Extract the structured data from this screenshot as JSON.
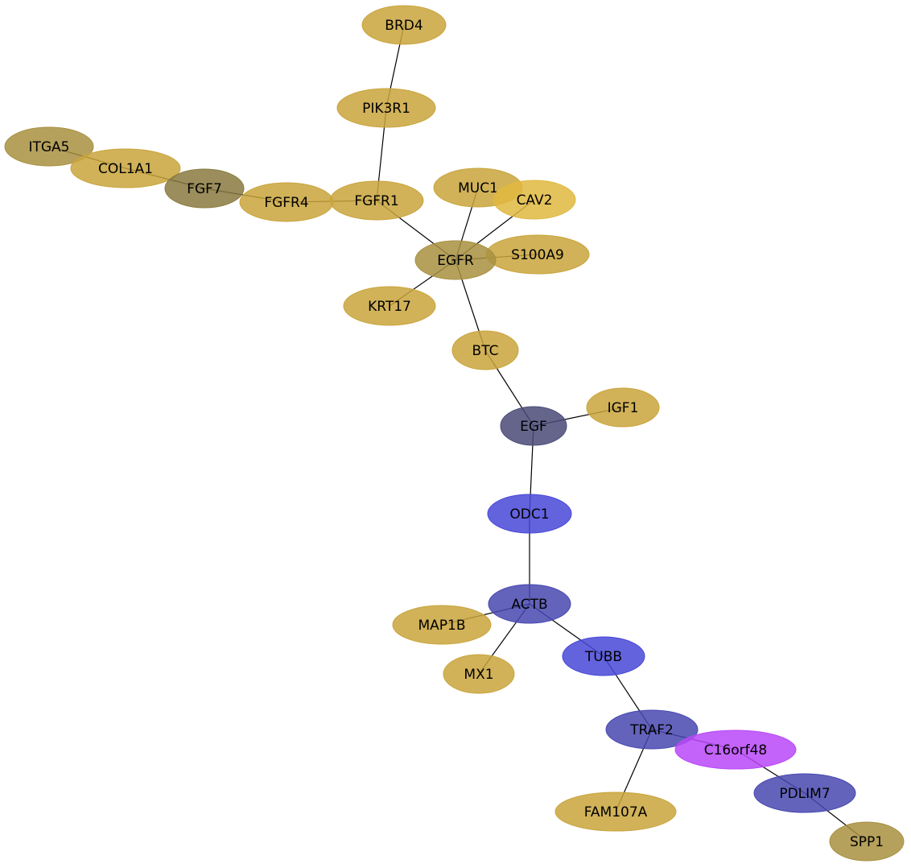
{
  "colors": {
    "gold": "#c9a43c",
    "gold_light": "#e0b840",
    "olive": "#8a7a40",
    "tan": "#a89040",
    "slate": "#4a4a78",
    "blue": "#4848d8",
    "indigo": "#4848b0",
    "violet": "#b848f8"
  },
  "nodes": [
    {
      "id": "BRD4",
      "label": "BRD4",
      "color": "gold"
    },
    {
      "id": "PIK3R1",
      "label": "PIK3R1",
      "color": "gold"
    },
    {
      "id": "ITGA5",
      "label": "ITGA5",
      "color": "tan"
    },
    {
      "id": "COL1A1",
      "label": "COL1A1",
      "color": "gold"
    },
    {
      "id": "FGF7",
      "label": "FGF7",
      "color": "olive"
    },
    {
      "id": "FGFR4",
      "label": "FGFR4",
      "color": "gold"
    },
    {
      "id": "FGFR1",
      "label": "FGFR1",
      "color": "gold"
    },
    {
      "id": "MUC1",
      "label": "MUC1",
      "color": "gold"
    },
    {
      "id": "CAV2",
      "label": "CAV2",
      "color": "gold_light"
    },
    {
      "id": "S100A9",
      "label": "S100A9",
      "color": "gold"
    },
    {
      "id": "EGFR",
      "label": "EGFR",
      "color": "tan"
    },
    {
      "id": "KRT17",
      "label": "KRT17",
      "color": "gold"
    },
    {
      "id": "BTC",
      "label": "BTC",
      "color": "gold"
    },
    {
      "id": "IGF1",
      "label": "IGF1",
      "color": "gold"
    },
    {
      "id": "EGF",
      "label": "EGF",
      "color": "slate"
    },
    {
      "id": "ODC1",
      "label": "ODC1",
      "color": "blue"
    },
    {
      "id": "ACTB",
      "label": "ACTB",
      "color": "indigo"
    },
    {
      "id": "MAP1B",
      "label": "MAP1B",
      "color": "gold"
    },
    {
      "id": "MX1",
      "label": "MX1",
      "color": "gold"
    },
    {
      "id": "TUBB",
      "label": "TUBB",
      "color": "blue"
    },
    {
      "id": "TRAF2",
      "label": "TRAF2",
      "color": "indigo"
    },
    {
      "id": "C16orf48",
      "label": "C16orf48",
      "color": "violet"
    },
    {
      "id": "FAM107A",
      "label": "FAM107A",
      "color": "gold"
    },
    {
      "id": "PDLIM7",
      "label": "PDLIM7",
      "color": "indigo"
    },
    {
      "id": "SPP1",
      "label": "SPP1",
      "color": "tan"
    }
  ],
  "edges": [
    [
      "BRD4",
      "PIK3R1"
    ],
    [
      "PIK3R1",
      "FGFR1"
    ],
    [
      "ITGA5",
      "COL1A1"
    ],
    [
      "COL1A1",
      "FGF7"
    ],
    [
      "FGF7",
      "FGFR4"
    ],
    [
      "FGFR4",
      "FGFR1"
    ],
    [
      "FGFR1",
      "EGFR"
    ],
    [
      "MUC1",
      "EGFR"
    ],
    [
      "CAV2",
      "EGFR"
    ],
    [
      "S100A9",
      "EGFR"
    ],
    [
      "KRT17",
      "EGFR"
    ],
    [
      "EGFR",
      "BTC"
    ],
    [
      "BTC",
      "EGF"
    ],
    [
      "IGF1",
      "EGF"
    ],
    [
      "EGF",
      "ODC1"
    ],
    [
      "ODC1",
      "ACTB"
    ],
    [
      "MAP1B",
      "ACTB"
    ],
    [
      "MX1",
      "ACTB"
    ],
    [
      "ACTB",
      "TUBB"
    ],
    [
      "TUBB",
      "TRAF2"
    ],
    [
      "TRAF2",
      "C16orf48"
    ],
    [
      "TRAF2",
      "FAM107A"
    ],
    [
      "C16orf48",
      "PDLIM7"
    ],
    [
      "PDLIM7",
      "SPP1"
    ]
  ]
}
